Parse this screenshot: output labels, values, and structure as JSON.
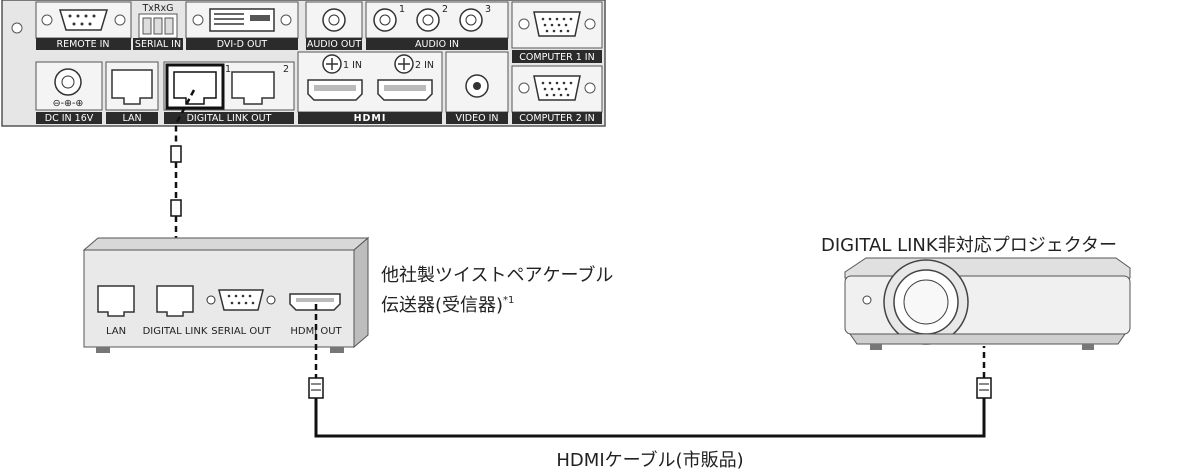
{
  "panel": {
    "remote_in": "REMOTE IN",
    "serial_in": "SERIAL IN",
    "serial_pins": "TxRxG",
    "dvi_d_out": "DVI-D OUT",
    "audio_out": "AUDIO OUT",
    "audio_in": "AUDIO IN",
    "audio_in_1": "1",
    "audio_in_2": "2",
    "audio_in_3": "3",
    "computer_1_in": "COMPUTER 1 IN",
    "dc_in": "DC IN 16V",
    "lan": "LAN",
    "digital_link_out": "DIGITAL LINK OUT",
    "digital_link_port_1": "1",
    "digital_link_port_2": "2",
    "hdmi_1_in": "1 IN",
    "hdmi_2_in": "2 IN",
    "hdmi_logo": "HDMI",
    "video_in": "VIDEO IN",
    "computer_2_in": "COMPUTER 2 IN"
  },
  "receiver": {
    "caption_line1": "他社製ツイストペアケーブル",
    "caption_line2": "伝送器(受信器)",
    "caption_footnote": "*1",
    "lan": "LAN",
    "digital_link": "DIGITAL LINK",
    "serial_out": "SERIAL OUT",
    "hdmi_out": "HDMI OUT"
  },
  "projector": {
    "caption": "DIGITAL LINK非対応プロジェクター"
  },
  "cable": {
    "caption": "HDMIケーブル(市販品)"
  }
}
